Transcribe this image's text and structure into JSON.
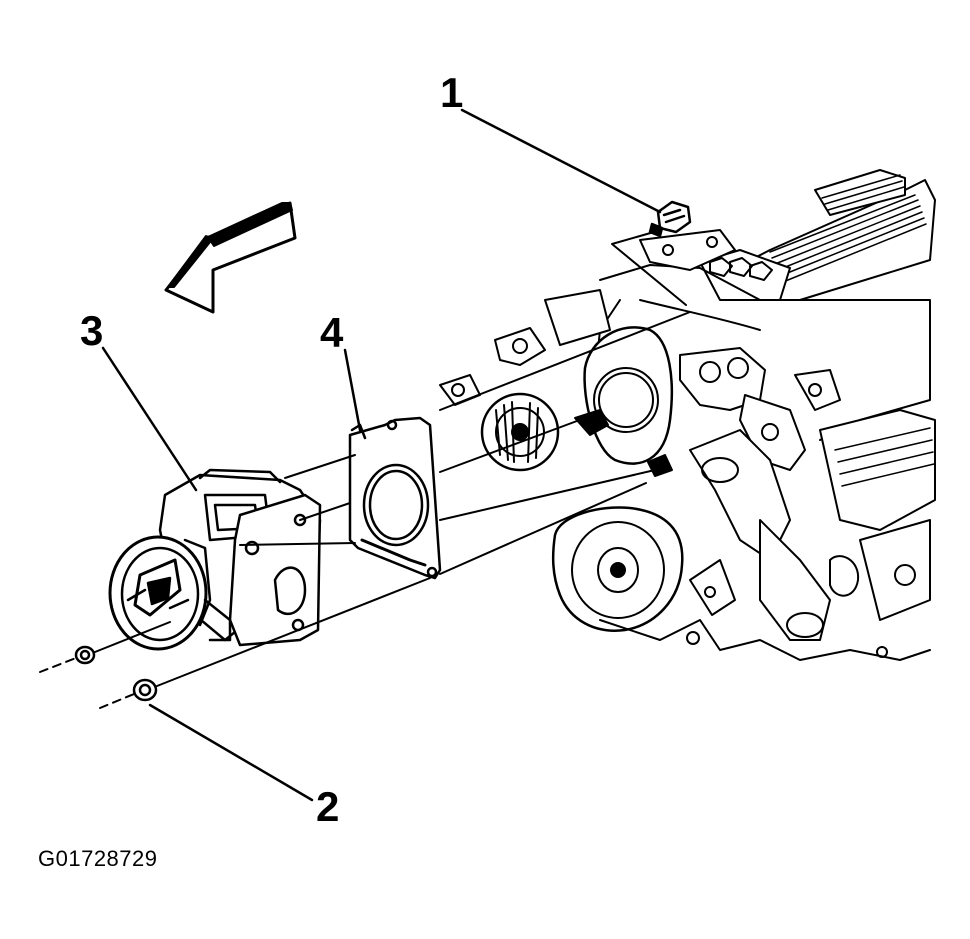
{
  "callouts": {
    "c1": "1",
    "c2": "2",
    "c3": "3",
    "c4": "4"
  },
  "figure_id": "G01728729",
  "parts": [
    {
      "name": "bolt",
      "icon": "bolt-icon"
    },
    {
      "name": "nut",
      "icon": "nut-icon"
    },
    {
      "name": "throttle-body",
      "icon": "throttle-body-icon"
    },
    {
      "name": "gasket",
      "icon": "gasket-icon"
    }
  ],
  "colors": {
    "ink": "#000000",
    "paper": "#ffffff"
  }
}
